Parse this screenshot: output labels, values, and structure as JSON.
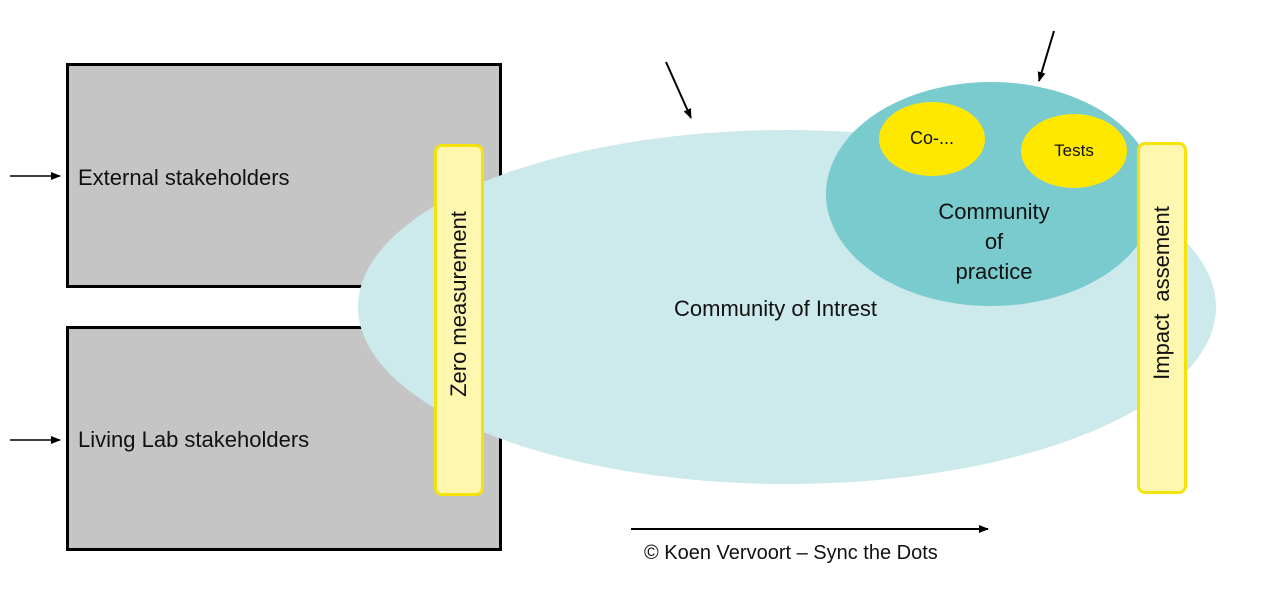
{
  "diagram": {
    "stakeholders": {
      "external": "External stakeholders",
      "living_lab": "Living Lab stakeholders"
    },
    "measurement_bars": {
      "zero": "Zero measurement",
      "impact": "Impact  assement"
    },
    "community_of_interest": "Community of Intrest",
    "community_of_practice": {
      "line1": "Community",
      "line2": "of",
      "line3": "practice"
    },
    "activities": [
      "Co-...",
      "Tests"
    ],
    "copyright": "© Koen Vervoort – Sync the Dots",
    "colors": {
      "box_gray": "#c4c5c4",
      "interest_fill": "#cce9ec",
      "practice_fill": "#79cbce",
      "activity_yellow": "#ffe800",
      "bar_fill": "#fff7b0",
      "bar_border": "#f5e20a"
    }
  }
}
